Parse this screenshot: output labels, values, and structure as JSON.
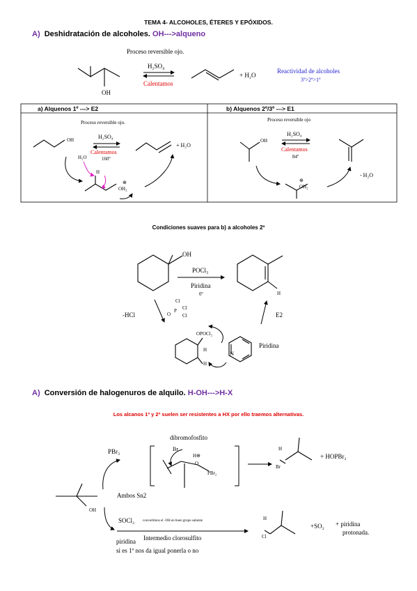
{
  "doc": {
    "title": "TEMA 4- ALCOHOLES, ÉTERES Y EPÓXIDOS.",
    "sectionA": {
      "letter": "A)",
      "heading": "Deshidratación de alcoholes.",
      "subheading": "OH--->alqueno",
      "reversible_note": "Proceso reversible ojo.",
      "reagent": "H₂SO₄",
      "condition": "Calentamos",
      "water": "+ H₂O",
      "oh_label": "OH",
      "reactivity_title": "Reactividad de alcoholes",
      "reactivity_order": "3º>2º>1º"
    },
    "boxA": {
      "heading": "a)   Alquenos 1º ---> E2",
      "reversible_note": "Proceso reversible ojo.",
      "reagent": "H₂SO₄",
      "condition": "Calentamos",
      "temp": "160º",
      "water": "+ H₂O",
      "oh_label": "OH",
      "h2o_label": "H₂O",
      "h_label": "H",
      "oh2_label": "OH₂",
      "plus_sign": "⊕"
    },
    "boxB": {
      "heading": "b)   Alquenos 2º/3º ---> E1",
      "reversible_note": "Proceso reversible ojo",
      "reagent": "H₂SO₄",
      "condition": "Calentamos",
      "temp": "84º",
      "water": "- H₂O",
      "oh_label": "OH",
      "oh2_label": "OH₂",
      "plus_sign": "⊕"
    },
    "mild": {
      "heading": "Condiciones suaves para b) a alcoholes 2º",
      "oh_label": "OH",
      "reagent": "POCl₃",
      "solvent": "Piridina",
      "temp": "0º",
      "hcl": "-HCl",
      "e2": "E2",
      "piridina": "Piridina",
      "cl1": "Cl",
      "cl2": "Cl",
      "cl3": "Cl",
      "p_label": "P",
      "o_label": "O",
      "opocl2": "OPOCl₂",
      "h_label": "H",
      "h_label2": "H",
      "n_label": ":N",
      "h_prod": "H"
    },
    "sectionB": {
      "letter": "A)",
      "heading": "Conversión de halogenuros de alquilo.",
      "subheading": "H-OH--->H-X",
      "warning": "Los alcanos 1º y 2º suelen ser resistentes a HX por ello traemos alternativas.",
      "pbr3": "PBr₃",
      "dibromo": "dibromofosfito",
      "br_label": "Br",
      "h_plus": "H⊕",
      "o_label": "O",
      "pbr2": "PBr₂",
      "hopbr2": "+ HOPBr₂",
      "br_prod": "Br",
      "h_prod": "H",
      "ambos": "Ambos Sn2",
      "oh_label": "OH",
      "socl2": "SOCl₂",
      "socl2_note": "convertimos el -OH en buen grupo saliente",
      "intermedio": "Intermedio clorosulfito",
      "piridina": "piridina",
      "si_es": "si es 1º nos da igual ponerla o no",
      "cl_prod": "Cl",
      "h_prod2": "H",
      "so2": "+SO₂",
      "piridina_prot": "+ piridina",
      "protonada": "protonada."
    }
  }
}
